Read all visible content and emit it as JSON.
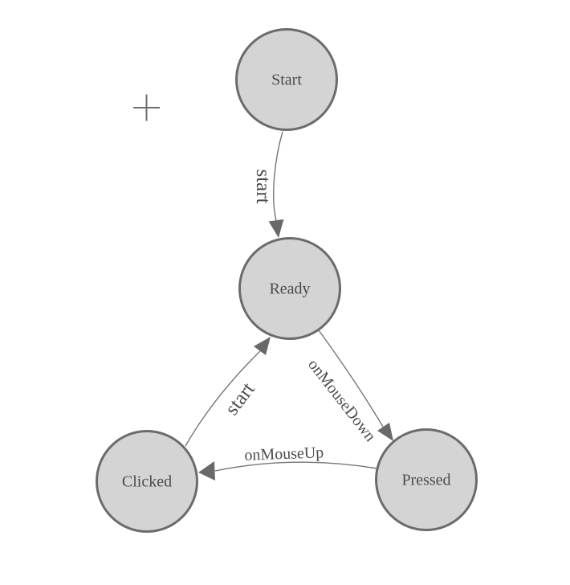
{
  "canvas": {
    "background": "#ffffff"
  },
  "crosshair": {
    "icon": "plus-crosshair"
  },
  "diagram": {
    "type": "state-machine",
    "nodes": [
      {
        "id": "start",
        "label": "Start"
      },
      {
        "id": "ready",
        "label": "Ready"
      },
      {
        "id": "clicked",
        "label": "Clicked"
      },
      {
        "id": "pressed",
        "label": "Pressed"
      }
    ],
    "edges": [
      {
        "from": "start",
        "to": "ready",
        "label": "start"
      },
      {
        "from": "clicked",
        "to": "ready",
        "label": "start"
      },
      {
        "from": "ready",
        "to": "pressed",
        "label": "onMouseDown"
      },
      {
        "from": "pressed",
        "to": "clicked",
        "label": "onMouseUp"
      }
    ],
    "colors": {
      "canvas_bg": "#ffffff",
      "node_fill": "#d4d4d4",
      "node_stroke": "#6b6b6b",
      "edge_stroke": "#757575",
      "arrow_fill": "#696969",
      "label_color": "#4d4d4d",
      "crosshair_color": "#6f6f6f"
    }
  }
}
